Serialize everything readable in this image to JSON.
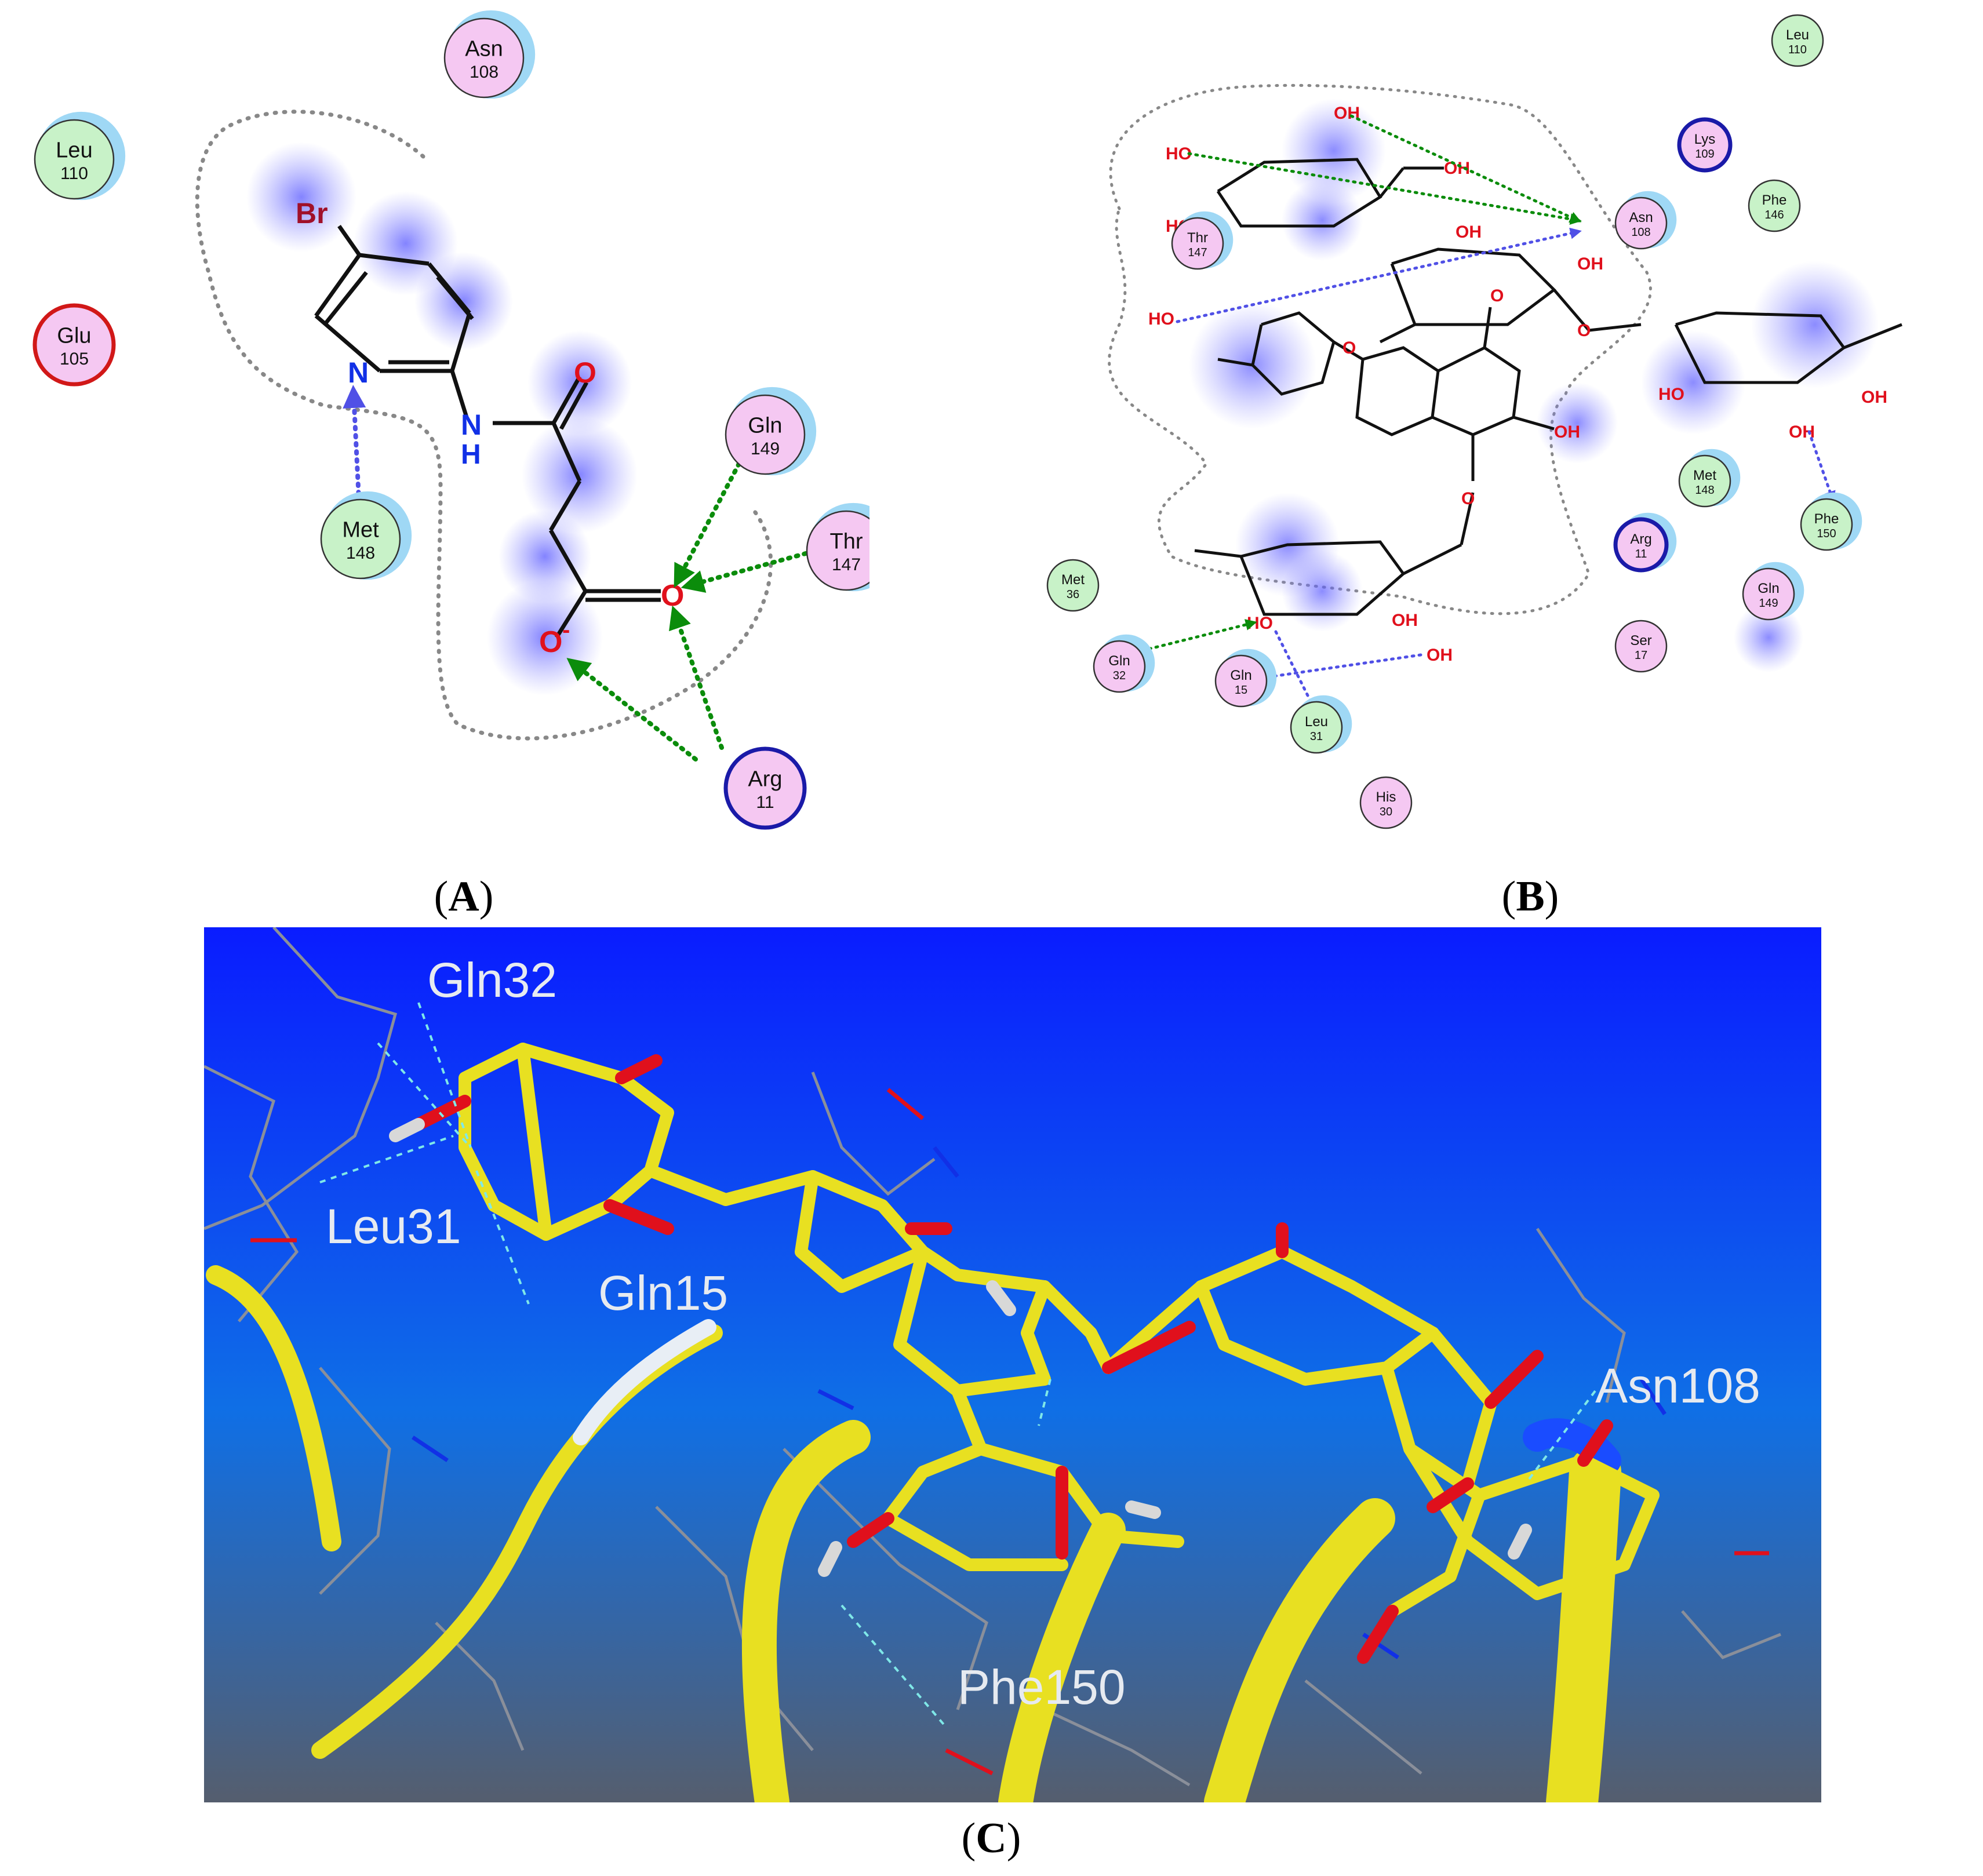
{
  "panels": {
    "A": {
      "caption_letter": "A"
    },
    "B": {
      "caption_letter": "B"
    },
    "C": {
      "caption_letter": "C"
    }
  },
  "panel_a": {
    "residues": [
      {
        "name": "Asn",
        "num": "108",
        "kind": "polar"
      },
      {
        "name": "Leu",
        "num": "110",
        "kind": "hydrophobic"
      },
      {
        "name": "Glu",
        "num": "105",
        "kind": "acidic"
      },
      {
        "name": "Met",
        "num": "148",
        "kind": "hydrophobic"
      },
      {
        "name": "Gln",
        "num": "149",
        "kind": "polar"
      },
      {
        "name": "Thr",
        "num": "147",
        "kind": "polar"
      },
      {
        "name": "Arg",
        "num": "11",
        "kind": "basic"
      }
    ],
    "atoms": {
      "br": "Br",
      "n": "N",
      "nh_n": "N",
      "nh_h": "H",
      "o1": "O",
      "o2": "O",
      "o3": "O",
      "o3_charge": "-"
    }
  },
  "panel_b": {
    "residues": [
      {
        "name": "Leu",
        "num": "110",
        "kind": "hydrophobic"
      },
      {
        "name": "Lys",
        "num": "109",
        "kind": "basic"
      },
      {
        "name": "Phe",
        "num": "146",
        "kind": "hydrophobic"
      },
      {
        "name": "Asn",
        "num": "108",
        "kind": "polar"
      },
      {
        "name": "Thr",
        "num": "147",
        "kind": "polar"
      },
      {
        "name": "Met",
        "num": "148",
        "kind": "hydrophobic"
      },
      {
        "name": "Phe",
        "num": "150",
        "kind": "hydrophobic"
      },
      {
        "name": "Arg",
        "num": "11",
        "kind": "basic"
      },
      {
        "name": "Gln",
        "num": "149",
        "kind": "polar"
      },
      {
        "name": "Met",
        "num": "36",
        "kind": "hydrophobic"
      },
      {
        "name": "Ser",
        "num": "17",
        "kind": "polar"
      },
      {
        "name": "Gln",
        "num": "32",
        "kind": "polar"
      },
      {
        "name": "Gln",
        "num": "15",
        "kind": "polar"
      },
      {
        "name": "Leu",
        "num": "31",
        "kind": "hydrophobic"
      },
      {
        "name": "His",
        "num": "30",
        "kind": "polar"
      }
    ],
    "atoms": {
      "ho": "HO",
      "oh": "OH",
      "h": "H",
      "o": "O"
    }
  },
  "panel_c": {
    "labels": [
      "Gln32",
      "Leu31",
      "Gln15",
      "Asn108",
      "Phe150"
    ],
    "background_top": "#0a1cff",
    "background_mid": "#0f6fe6",
    "background_bottom": "#555e6e"
  },
  "colors": {
    "polar_fill": "#f5c8f2",
    "hydrophobic_fill": "#c8f2c8",
    "acidic_ring": "#d11818",
    "basic_ring": "#1a1aa8",
    "halo": "#9fd8f5",
    "hbond_sidechain": "#0b8c0b",
    "hbond_backbone": "#5050e6",
    "oxygen": "#e0101c",
    "nitrogen": "#1130e6",
    "ligand_yellow": "#e8e021"
  }
}
